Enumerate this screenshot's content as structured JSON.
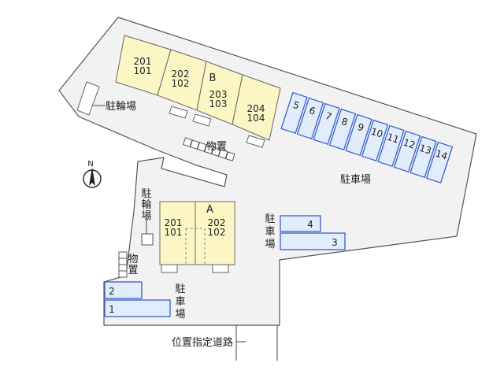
{
  "building_b": {
    "name": "B",
    "units": [
      {
        "upper": "201",
        "lower": "101"
      },
      {
        "upper": "202",
        "lower": "102"
      },
      {
        "upper": "203",
        "lower": "103"
      },
      {
        "upper": "204",
        "lower": "104"
      }
    ]
  },
  "building_a": {
    "name": "A",
    "units": [
      {
        "upper": "201",
        "lower": "101"
      },
      {
        "upper": "202",
        "lower": "102"
      }
    ]
  },
  "labels": {
    "bicycle_parking_top": "駐輪場",
    "storage_top": "物置",
    "parking_top": "駐車場",
    "bicycle_parking_left": [
      "駐",
      "輪",
      "場"
    ],
    "storage_left": [
      "物",
      "置"
    ],
    "parking_mid": [
      "駐",
      "車",
      "場"
    ],
    "parking_bottom": [
      "駐",
      "車",
      "場"
    ],
    "designated_road": "位置指定道路",
    "north": "N"
  },
  "parking_top_spaces": [
    "5",
    "6",
    "7",
    "8",
    "9",
    "10",
    "11",
    "12",
    "13",
    "14"
  ],
  "parking_mid_spaces": [
    "4",
    "3"
  ],
  "parking_bottom_spaces": [
    "2",
    "1"
  ],
  "colors": {
    "building": "#fbf6c4",
    "parking_fill": "#e2edfb",
    "parking_stroke": "#3a5fd0",
    "lot_fill": "#f2f2f2",
    "lot_stroke": "#555555"
  }
}
